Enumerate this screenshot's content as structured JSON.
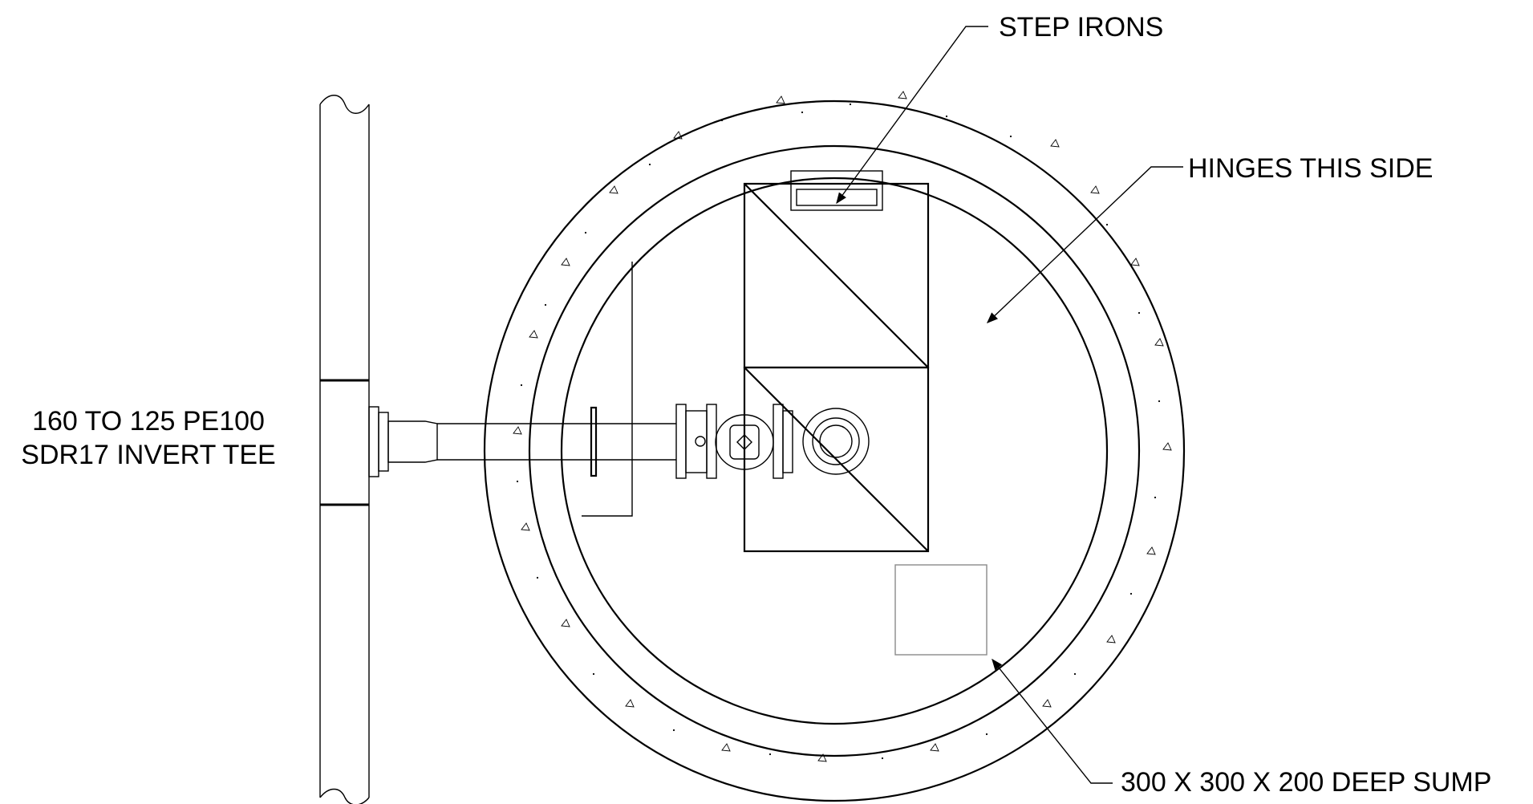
{
  "drawing": {
    "labels": {
      "step_irons": "STEP IRONS",
      "hinges": "HINGES THIS SIDE",
      "sump": "300 X 300 X 200 DEEP SUMP",
      "tee_line1": "160 TO 125 PE100",
      "tee_line2": "SDR17 INVERT TEE"
    }
  }
}
